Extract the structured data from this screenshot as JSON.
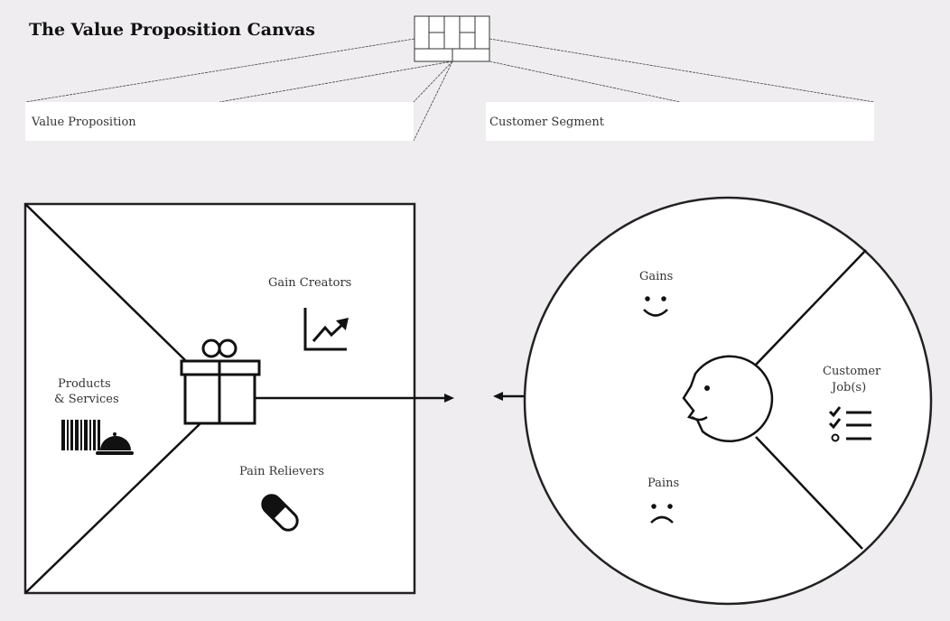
{
  "title": "The Value Proposition Canvas",
  "header_boxes": {
    "value_proposition": "Value Proposition",
    "customer_segment": "Customer Segment"
  },
  "value_map": {
    "gain_creators": "Gain Creators",
    "products_line1": "Products",
    "products_line2": "& Services",
    "pain_relievers": "Pain Relievers"
  },
  "customer_profile": {
    "gains": "Gains",
    "customer_jobs_line1": "Customer",
    "customer_jobs_line2": "Job(s)",
    "pains": "Pains"
  }
}
